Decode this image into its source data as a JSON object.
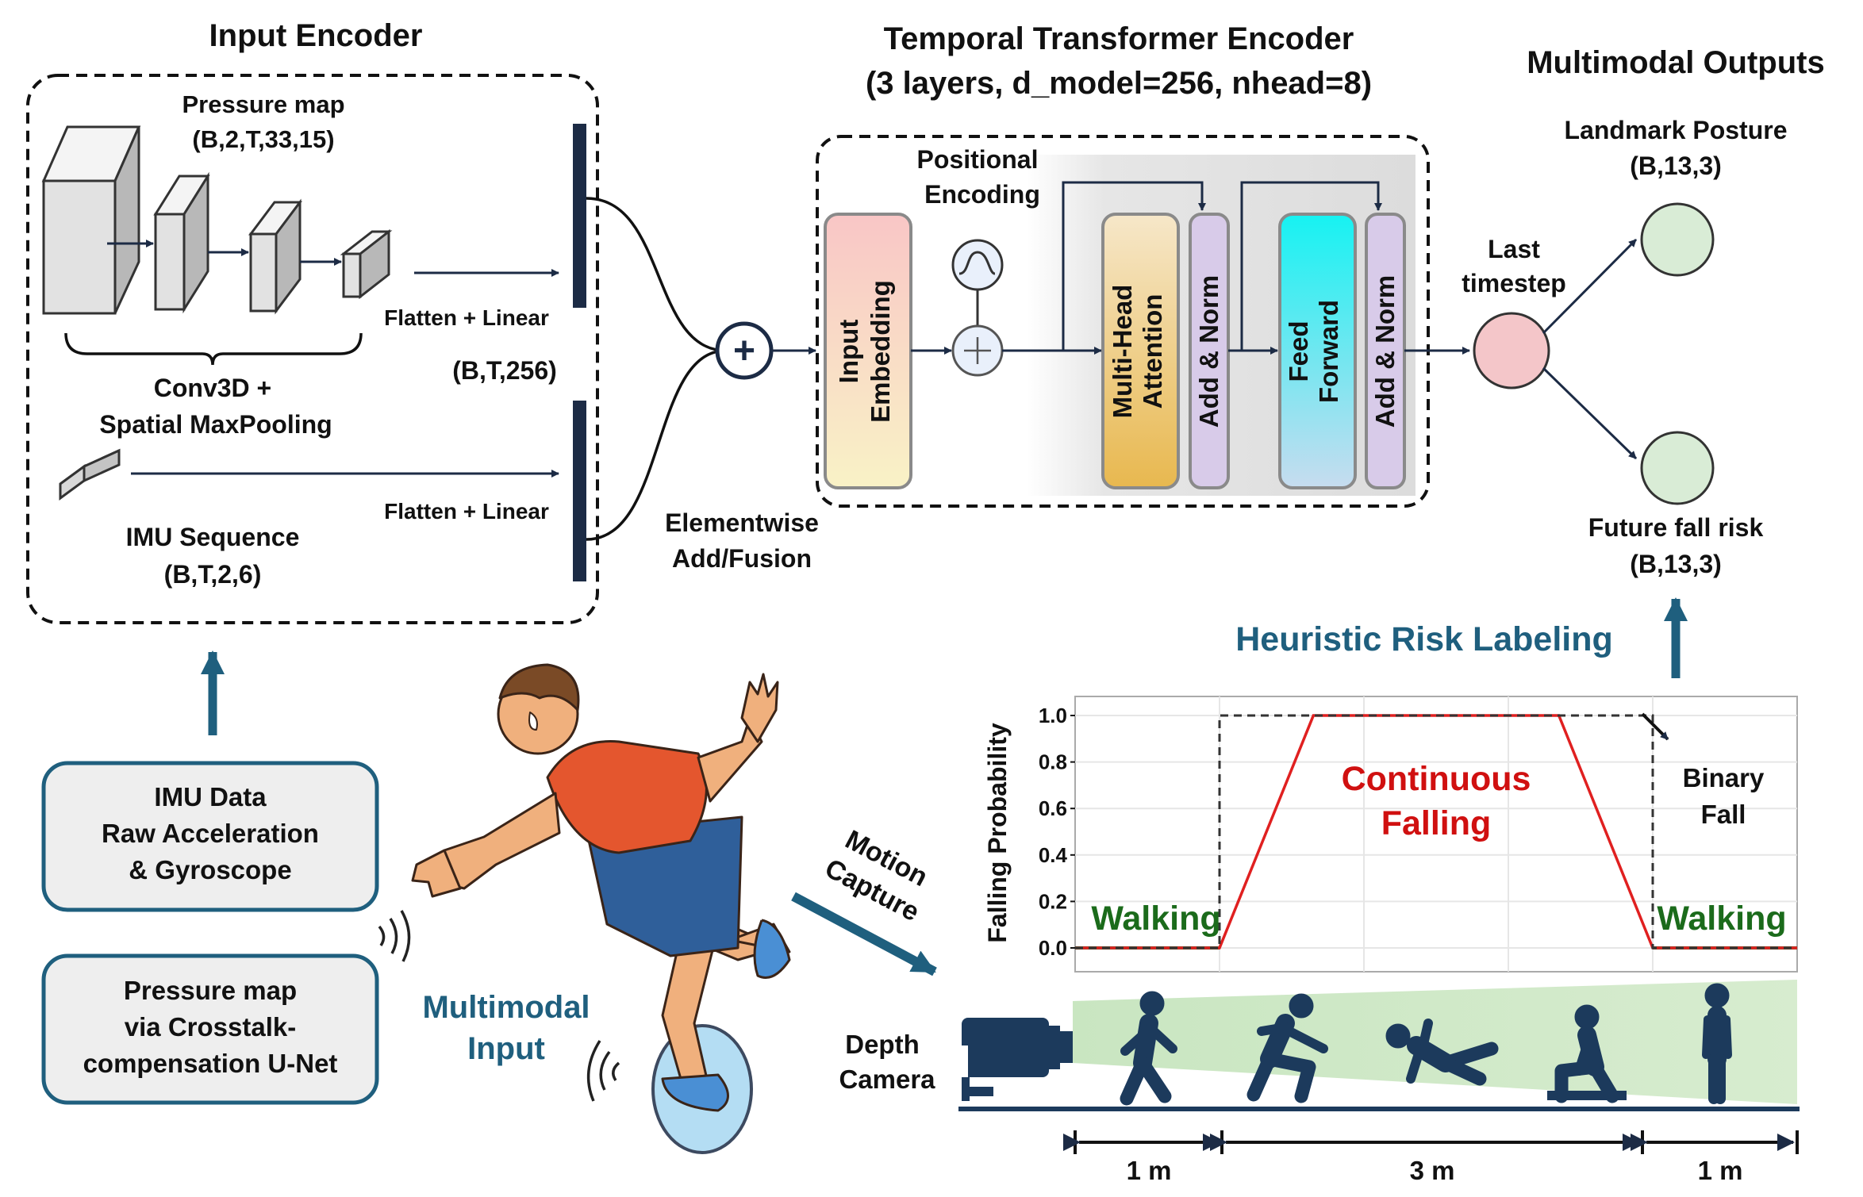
{
  "input_encoder": {
    "title": "Input Encoder",
    "pressure_map": "Pressure map",
    "pressure_shape": "(B,2,T,33,15)",
    "conv_label_1": "Conv3D +",
    "conv_label_2": "Spatial MaxPooling",
    "flatten_top": "Flatten + Linear",
    "flatten_bottom": "Flatten + Linear",
    "feature_shape": "(B,T,256)",
    "imu_sequence": "IMU Sequence",
    "imu_shape": "(B,T,2,6)"
  },
  "fusion": {
    "symbol": "+",
    "label_1": "Elementwise",
    "label_2": "Add/Fusion"
  },
  "transformer": {
    "title_1": "Temporal Transformer Encoder",
    "title_2": "(3 layers, d_model=256, nhead=8)",
    "positional_1": "Positional",
    "positional_2": "Encoding",
    "input_embedding_1": "Input",
    "input_embedding_2": "Embedding",
    "mha_1": "Multi-Head",
    "mha_2": "Attention",
    "add_norm_1": "Add & Norm",
    "ff_1": "Feed",
    "ff_2": "Forward",
    "add_norm_2": "Add & Norm"
  },
  "outputs": {
    "title": "Multimodal Outputs",
    "last_1": "Last",
    "last_2": "timestep",
    "landmark": "Landmark Posture",
    "landmark_shape": "(B,13,3)",
    "fall_risk": "Future fall risk",
    "fall_shape": "(B,13,3)"
  },
  "heuristic_label": "Heuristic Risk Labeling",
  "inputs": {
    "imu_box_1": "IMU Data",
    "imu_box_2": "Raw Acceleration",
    "imu_box_3": "& Gyroscope",
    "pressure_box_1": "Pressure map",
    "pressure_box_2": "via Crosstalk-",
    "pressure_box_3": "compensation U-Net",
    "multimodal_1": "Multimodal",
    "multimodal_2": "Input",
    "motion_1": "Motion",
    "motion_2": "Capture"
  },
  "chart_data": {
    "type": "line",
    "ylabel": "Falling Probability",
    "ylim": [
      0,
      1.0
    ],
    "yticks": [
      "0.0",
      "0.2",
      "0.4",
      "0.6",
      "0.8",
      "1.0"
    ],
    "grid": true,
    "series": [
      {
        "name": "Continuous Falling",
        "color": "#e02020",
        "x": [
          0,
          1,
          1.65,
          3.35,
          4,
          5
        ],
        "y": [
          0,
          0,
          1,
          1,
          0,
          0
        ]
      },
      {
        "name": "Binary Fall",
        "color": "#333333",
        "x": [
          0,
          1,
          1,
          4,
          4,
          5
        ],
        "y": [
          0,
          0,
          1,
          1,
          0,
          0
        ]
      }
    ],
    "walking_label_left": "Walking",
    "walking_label_right": "Walking",
    "continuous_1": "Continuous",
    "continuous_2": "Falling",
    "binary_1": "Binary",
    "binary_2": "Fall"
  },
  "scene": {
    "camera_1": "Depth",
    "camera_2": "Camera",
    "dist_1": "1 m",
    "dist_2": "3 m",
    "dist_3": "1 m"
  },
  "colors": {
    "navy": "#1c2b45",
    "teal": "#1f5f7e",
    "walking_green": "#1b6b1b",
    "falling_red": "#d01010",
    "shirt": "#e4562e",
    "shorts": "#2f5f9a"
  }
}
